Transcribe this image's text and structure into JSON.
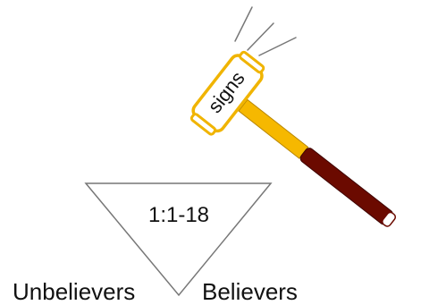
{
  "triangle": {
    "label": "1:1-18"
  },
  "hammer": {
    "head_label": "signs",
    "colors": {
      "head_fill": "#ffffff",
      "head_outline": "#f0b400",
      "handle_upper": "#f6b800",
      "handle_lower": "#6b0a00"
    }
  },
  "labels": {
    "left": "Unbelievers",
    "right": "Believers"
  }
}
